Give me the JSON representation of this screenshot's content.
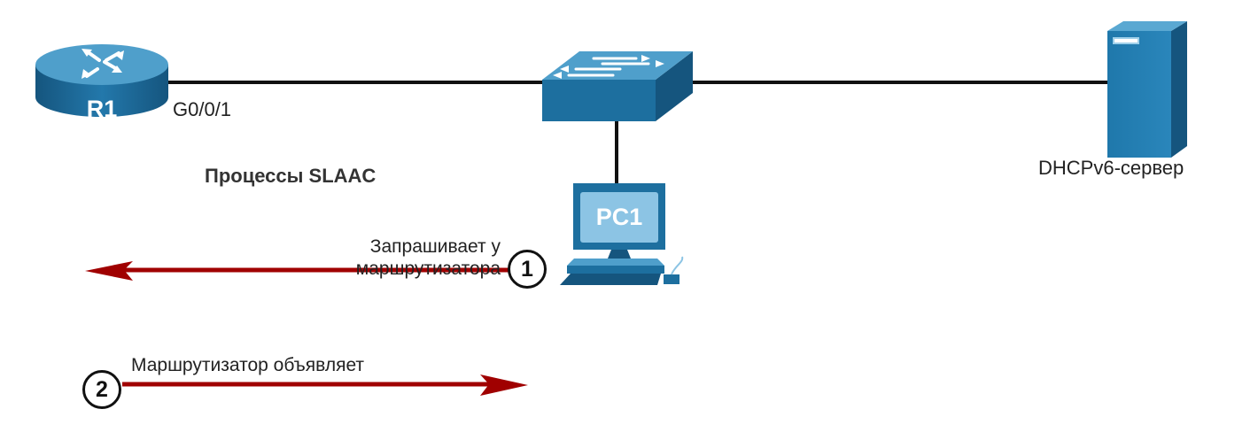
{
  "colors": {
    "link": "#111111",
    "device_blue": "#1d6f9f",
    "device_top": "#4f9fcb",
    "arrow": "#a00000",
    "text": "#222222"
  },
  "devices": {
    "router": {
      "label": "R1",
      "icon": "router-icon"
    },
    "switch": {
      "icon": "switch-icon"
    },
    "server": {
      "label": "DHCPv6-сервер",
      "icon": "server-icon"
    },
    "pc": {
      "label": "PC1",
      "icon": "pc-icon"
    }
  },
  "interface_label": "G0/0/1",
  "title": "Процессы SLAAC",
  "steps": [
    {
      "number": "1",
      "text": "Запрашивает у маршрутизатора",
      "direction": "left"
    },
    {
      "number": "2",
      "text": "Маршрутизатор объявляет",
      "direction": "right"
    }
  ]
}
